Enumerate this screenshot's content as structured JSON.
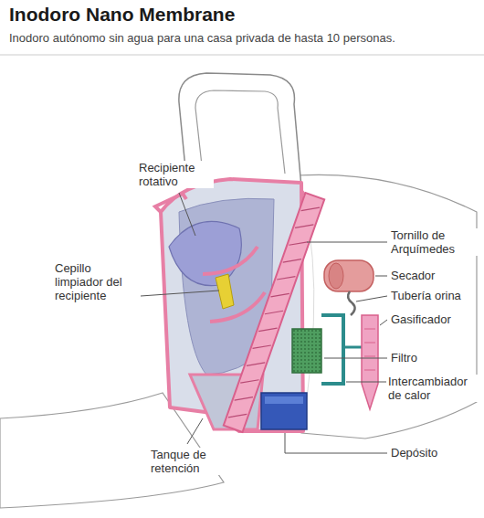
{
  "diagram": {
    "title": "Inodoro Nano Membrane",
    "caption": "Inodoro autónomo sin agua para una casa privada de hasta 10 personas.",
    "labels": [
      "Recipiente rotativo",
      "Cepillo limpiador del recipiente",
      "Tornillo de Arquímedes",
      "Secador",
      "Tubería orina",
      "Gasificador",
      "Filtro",
      "Intercambiador de calor",
      "Depósito",
      "Tanque de retención"
    ]
  }
}
